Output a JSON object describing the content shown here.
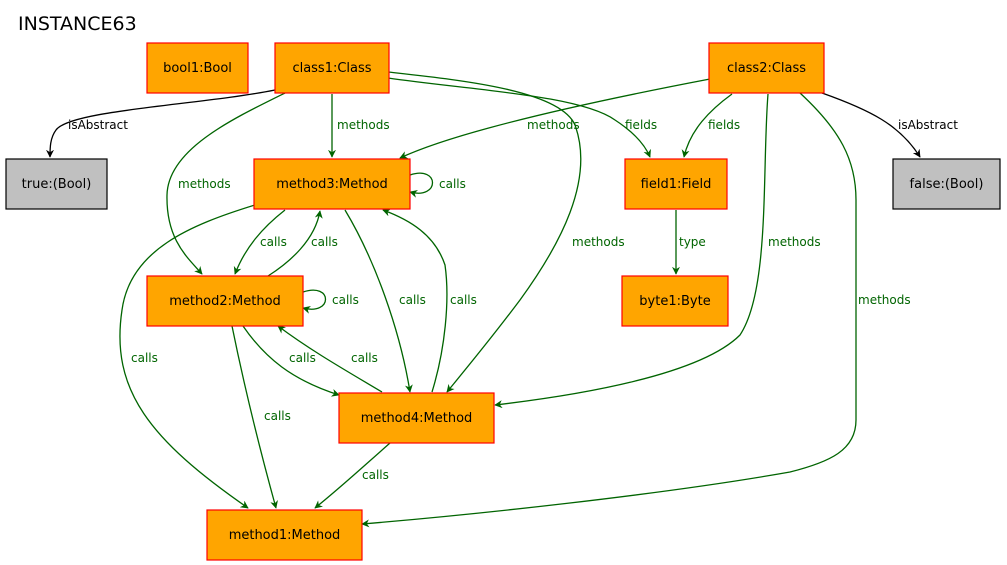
{
  "title": "INSTANCE63",
  "colors": {
    "node_fill": "#ffa500",
    "node_stroke": "#ff0000",
    "value_fill": "#c0c0c0",
    "value_stroke": "#000000",
    "edge_green": "#006400",
    "edge_black": "#000000"
  },
  "nodes": {
    "bool1": "bool1:Bool",
    "class1": "class1:Class",
    "class2": "class2:Class",
    "true_val": "true:(Bool)",
    "false_val": "false:(Bool)",
    "method3": "method3:Method",
    "field1": "field1:Field",
    "method2": "method2:Method",
    "byte1": "byte1:Byte",
    "method4": "method4:Method",
    "method1": "method1:Method"
  },
  "edge_labels": {
    "class1_isAbstract": "isAbstract",
    "class1_methods_m3": "methods",
    "class1_methods_m2": "methods",
    "class1_fields": "fields",
    "class1_methods_m4": "methods",
    "class2_methods_m3": "methods",
    "class2_fields": "fields",
    "class2_isAbstract": "isAbstract",
    "class2_methods_m4": "methods",
    "class2_methods_m1": "methods",
    "m3_calls_self": "calls",
    "m3_calls_m2": "calls",
    "m2_calls_m3": "calls",
    "m3_calls_m1": "calls",
    "m3_calls_m4": "calls",
    "m4_calls_m3": "calls",
    "m2_calls_self": "calls",
    "m2_calls_m4": "calls",
    "m4_calls_m2": "calls",
    "m2_calls_m1": "calls",
    "m4_calls_m1": "calls",
    "field1_type": "type"
  }
}
